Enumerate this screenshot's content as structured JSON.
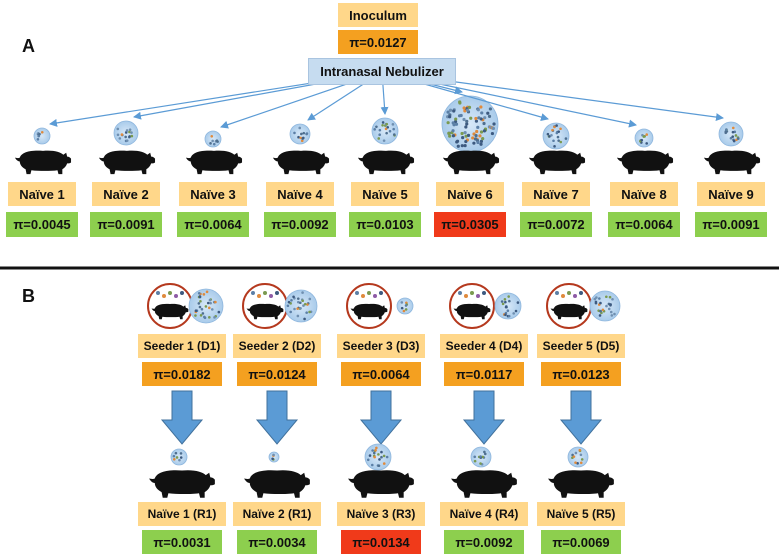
{
  "panel_a": {
    "letter": "A",
    "inoculum_label": "Inoculum",
    "inoculum_pi": "π=0.0127",
    "nebulizer_label": "Intranasal Nebulizer",
    "naive": [
      {
        "label": "Naïve 1",
        "pi": "π=0.0045",
        "status": "green"
      },
      {
        "label": "Naïve 2",
        "pi": "π=0.0091",
        "status": "green"
      },
      {
        "label": "Naïve 3",
        "pi": "π=0.0064",
        "status": "green"
      },
      {
        "label": "Naïve 4",
        "pi": "π=0.0092",
        "status": "green"
      },
      {
        "label": "Naïve 5",
        "pi": "π=0.0103",
        "status": "green"
      },
      {
        "label": "Naïve 6",
        "pi": "π=0.0305",
        "status": "red"
      },
      {
        "label": "Naïve 7",
        "pi": "π=0.0072",
        "status": "green"
      },
      {
        "label": "Naïve 8",
        "pi": "π=0.0064",
        "status": "green"
      },
      {
        "label": "Naïve 9",
        "pi": "π=0.0091",
        "status": "green"
      }
    ]
  },
  "panel_b": {
    "letter": "B",
    "pairs": [
      {
        "seeder": "Seeder 1 (D1)",
        "seeder_pi": "π=0.0182",
        "naive": "Naïve 1 (R1)",
        "naive_pi": "π=0.0031",
        "status": "green"
      },
      {
        "seeder": "Seeder 2 (D2)",
        "seeder_pi": "π=0.0124",
        "naive": "Naïve 2 (R1)",
        "naive_pi": "π=0.0034",
        "status": "green"
      },
      {
        "seeder": "Seeder 3 (D3)",
        "seeder_pi": "π=0.0064",
        "naive": "Naïve 3 (R3)",
        "naive_pi": "π=0.0134",
        "status": "red"
      },
      {
        "seeder": "Seeder 4 (D4)",
        "seeder_pi": "π=0.0117",
        "naive": "Naïve 4 (R4)",
        "naive_pi": "π=0.0092",
        "status": "green"
      },
      {
        "seeder": "Seeder 5 (D5)",
        "seeder_pi": "π=0.0123",
        "naive": "Naïve 5 (R5)",
        "naive_pi": "π=0.0069",
        "status": "green"
      }
    ]
  },
  "colors": {
    "label_bg": "#ffd78a",
    "seeder_pi_bg": "#f4a020",
    "low_diversity": "#8dcf4e",
    "high_diversity": "#f03a1a",
    "nebulizer_bg": "#c6dcf0",
    "arrow_thin": "#5b9bd5",
    "arrow_block": "#5b9bd5",
    "pig": "#111111",
    "circle_ring": "#c0392b",
    "virus_fill": "#b7d6f2"
  },
  "icons": [
    "pig-icon",
    "virus-population-icon",
    "seeder-ring-icon",
    "down-arrow-icon"
  ]
}
